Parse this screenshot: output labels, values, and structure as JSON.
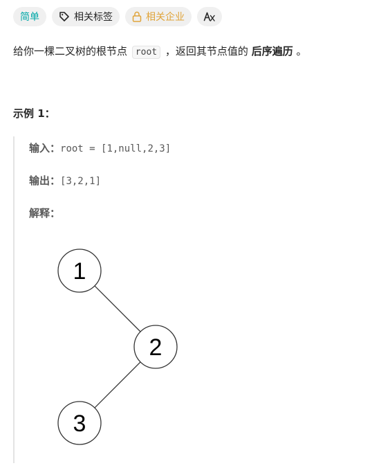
{
  "tags": {
    "difficulty": "简单",
    "topics": "相关标签",
    "companies": "相关企业"
  },
  "description": {
    "prefix": "给你一棵二叉树的根节点",
    "code": "root",
    "middle": "，返回其节点值的",
    "bold": "后序遍历",
    "suffix": "。"
  },
  "example": {
    "title": "示例 1：",
    "input_label": "输入：",
    "input_value": "root = [1,null,2,3]",
    "output_label": "输出：",
    "output_value": "[3,2,1]",
    "explain_label": "解释：",
    "tree_nodes": [
      "1",
      "2",
      "3"
    ]
  },
  "colors": {
    "difficulty": "#00a8a8",
    "companies": "#e0a43a"
  }
}
